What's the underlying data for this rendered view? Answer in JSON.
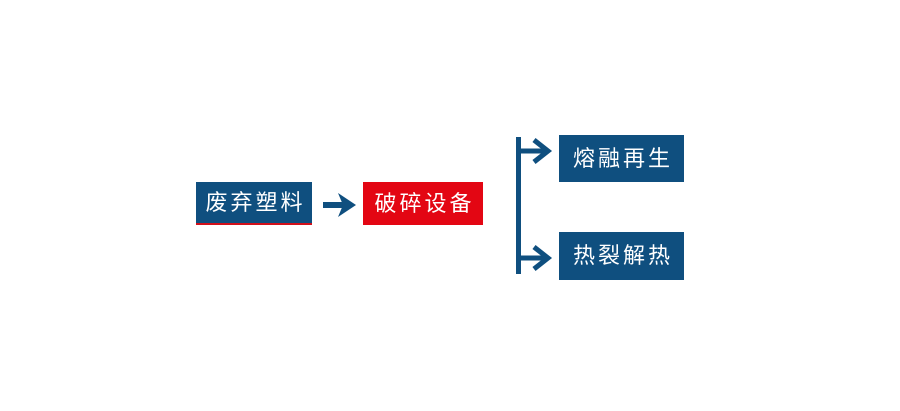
{
  "colors": {
    "primary_blue": "#0F4F7F",
    "accent_red": "#E30613",
    "underline_red": "#D1101A",
    "node_text": "#FFFFFF",
    "background": "#FFFFFF"
  },
  "nodes": {
    "waste_plastic": {
      "label": "废弃塑料",
      "fill": "blue",
      "underline": true
    },
    "crushing_equipment": {
      "label": "破碎设备",
      "fill": "red",
      "underline": false
    },
    "melt_regeneration": {
      "label": "熔融再生",
      "fill": "blue",
      "underline": false
    },
    "pyrolysis_heat": {
      "label": "热裂解热",
      "fill": "blue",
      "underline": false
    }
  },
  "connectors": {
    "main_arrow": {
      "from": "waste_plastic",
      "to": "crushing_equipment",
      "type": "solid-right-arrow"
    },
    "branch_line": {
      "from": "crushing_equipment",
      "type": "vertical-branch-line"
    },
    "branch_top": {
      "to": "melt_regeneration",
      "type": "chevron-right-arrow"
    },
    "branch_bottom": {
      "to": "pyrolysis_heat",
      "type": "chevron-right-arrow"
    }
  }
}
